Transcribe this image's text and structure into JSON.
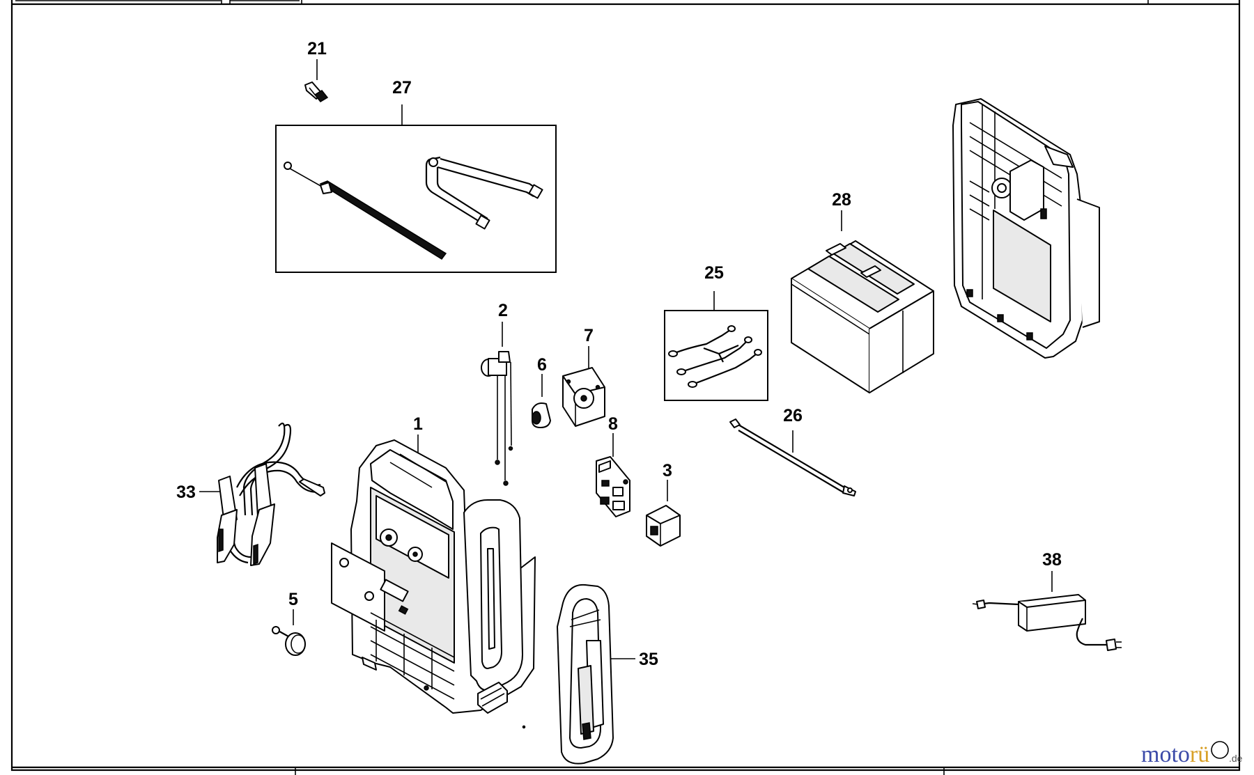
{
  "parts": [
    {
      "id": "p1",
      "label": "1"
    },
    {
      "id": "p2",
      "label": "2"
    },
    {
      "id": "p3",
      "label": "3"
    },
    {
      "id": "p5",
      "label": "5"
    },
    {
      "id": "p6",
      "label": "6"
    },
    {
      "id": "p7",
      "label": "7"
    },
    {
      "id": "p8",
      "label": "8"
    },
    {
      "id": "p21",
      "label": "21"
    },
    {
      "id": "p25",
      "label": "25"
    },
    {
      "id": "p26",
      "label": "26"
    },
    {
      "id": "p27",
      "label": "27"
    },
    {
      "id": "p28",
      "label": "28"
    },
    {
      "id": "p33",
      "label": "33"
    },
    {
      "id": "p35",
      "label": "35"
    },
    {
      "id": "p38",
      "label": "38"
    }
  ],
  "watermark": {
    "brand_part1": "moto",
    "brand_part2": "r",
    "brand_part3": "ü",
    "suffix": ".de"
  }
}
